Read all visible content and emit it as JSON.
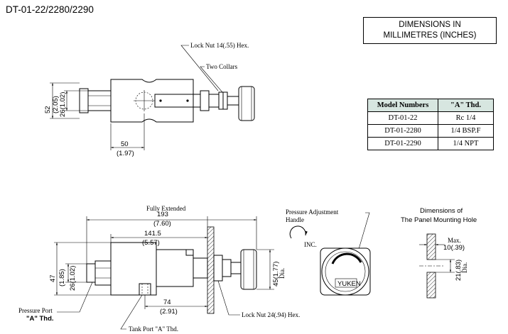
{
  "title": "DT-01-22/2280/2290",
  "dimensions_box": {
    "line1": "DIMENSIONS IN",
    "line2": "MILLIMETRES (INCHES)"
  },
  "top_view": {
    "lock_nut_label": "Lock Nut 14(.55) Hex.",
    "two_collars_label": "Two Collars",
    "height_outer": "52",
    "height_outer_in": "(2.05)",
    "height_inner": "26(1.02)",
    "width": "50",
    "width_in": "(1.97)"
  },
  "model_table": {
    "headers": [
      "Model Numbers",
      "\"A\" Thd."
    ],
    "rows": [
      [
        "DT-01-22",
        "Rc 1/4"
      ],
      [
        "DT-01-2280",
        "1/4 BSP.F"
      ],
      [
        "DT-01-2290",
        "1/4 NPT"
      ]
    ]
  },
  "side_view": {
    "fully_extended_label": "Fully Extended",
    "overall_length": "193",
    "overall_length_in": "(7.60)",
    "panel_length": "141.5",
    "panel_length_in": "(5.57)",
    "height_outer": "47",
    "height_outer_in": "(1.85)",
    "height_inner": "26(1.02)",
    "handle_dia": "45(1.77)",
    "handle_dia_unit": "Dia.",
    "tank_offset": "74",
    "tank_offset_in": "(2.91)",
    "lock_nut_label": "Lock Nut 24(.94) Hex.",
    "pressure_port_label": "Pressure Port",
    "pressure_port_thd": "\"A\" Thd.",
    "tank_port_label": "Tank Port \"A\" Thd."
  },
  "handle_view": {
    "label1": "Pressure Adjustment",
    "label2": "Handle",
    "inc_label": "INC.",
    "brand": "YUKEN"
  },
  "panel_hole": {
    "title1": "Dimensions of",
    "title2": "The Panel Mounting Hole",
    "max_label": "Max.",
    "max_value": "10(.39)",
    "hole_dia": "21(.83)",
    "hole_dia_unit": "Dia."
  }
}
